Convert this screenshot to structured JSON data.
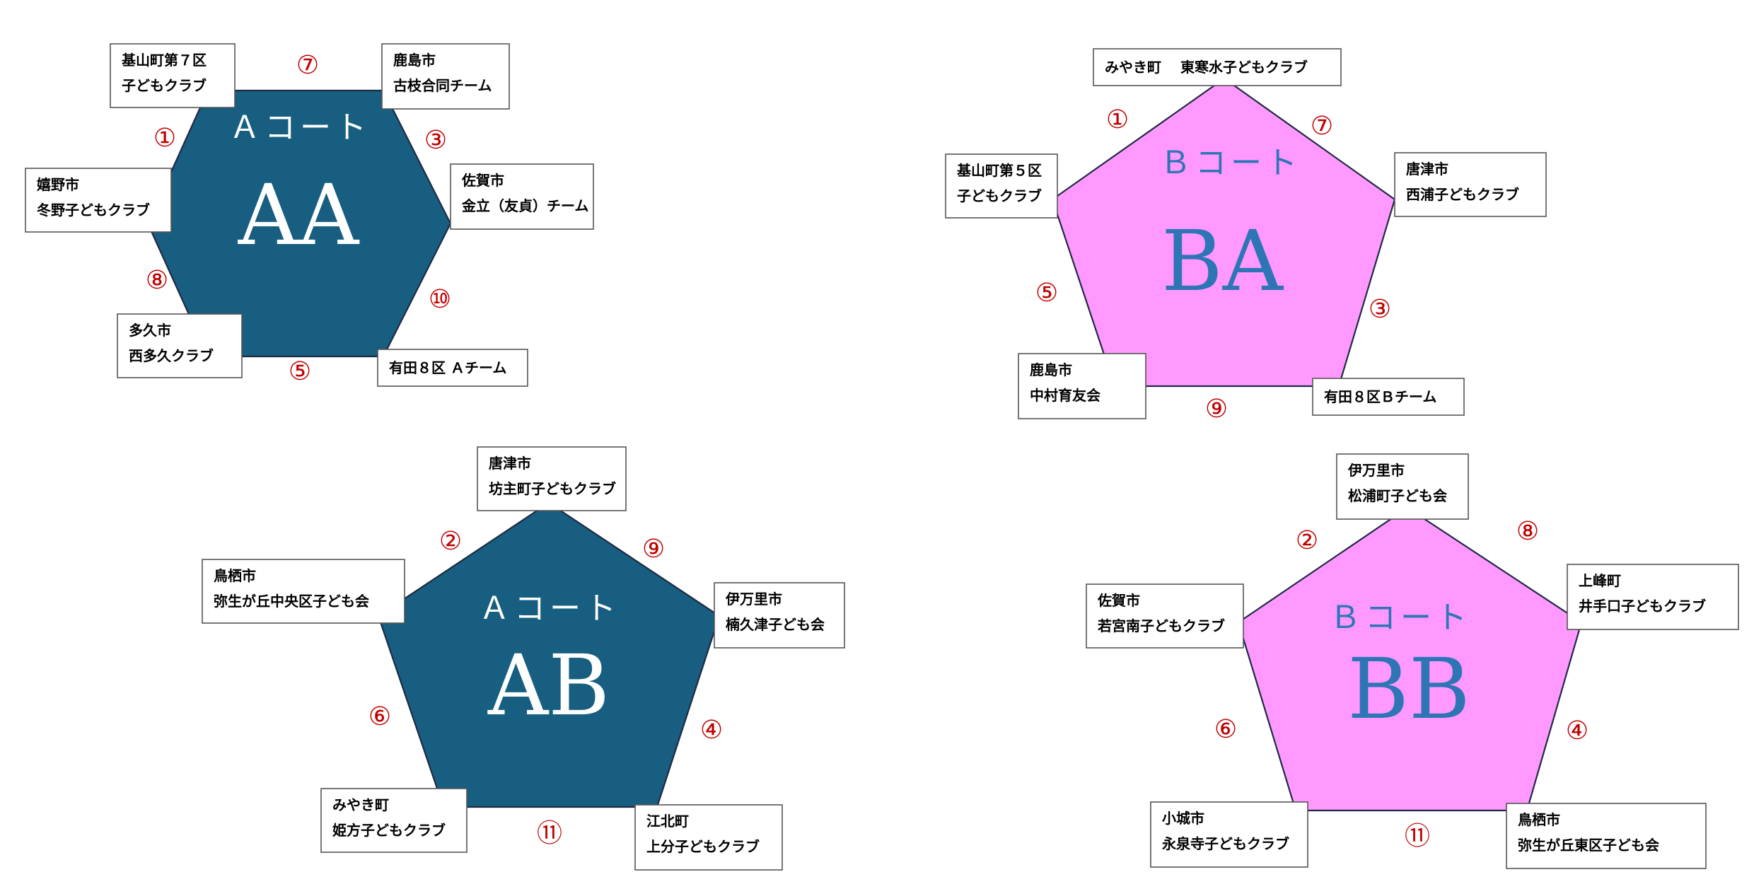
{
  "colors": {
    "court_a_fill": "#175E80",
    "court_a_text": "#FFFFFF",
    "court_b_fill": "#FF99FF",
    "court_b_text": "#2E75B6",
    "match_number": "#C00000",
    "polygon_stroke": "#1F2A44"
  },
  "courts": {
    "AA": {
      "label": "Ａコート",
      "code": "AA",
      "shape": "hexagon",
      "teams": {
        "t1": [
          "基山町第７区",
          "子どもクラブ"
        ],
        "t2": [
          "鹿島市",
          "古枝合同チーム"
        ],
        "t3": [
          "嬉野市",
          "冬野子どもクラブ"
        ],
        "t4": [
          "佐賀市",
          "金立（友貞）チーム"
        ],
        "t5": [
          "多久市",
          "西多久クラブ"
        ],
        "t6": [
          "有田８区 Ａチーム"
        ]
      },
      "matches": {
        "m1": "①",
        "m2": "⑦",
        "m3": "③",
        "m4": "⑧",
        "m5": "⑩",
        "m6": "⑤"
      }
    },
    "BA": {
      "label": "Ｂコート",
      "code": "BA",
      "shape": "pentagon",
      "teams": {
        "t1": [
          "みやき町　 東寒水子どもクラブ"
        ],
        "t2": [
          "基山町第５区",
          "子どもクラブ"
        ],
        "t3": [
          "唐津市",
          "西浦子どもクラブ"
        ],
        "t4": [
          "鹿島市",
          "中村育友会"
        ],
        "t5": [
          "有田８区Ｂチーム"
        ]
      },
      "matches": {
        "m1": "①",
        "m2": "⑦",
        "m3": "⑤",
        "m4": "③",
        "m5": "⑨"
      }
    },
    "AB": {
      "label": "Ａコート",
      "code": "AB",
      "shape": "pentagon",
      "teams": {
        "t1": [
          "唐津市",
          "坊主町子どもクラブ"
        ],
        "t2": [
          "鳥栖市",
          "弥生が丘中央区子ども会"
        ],
        "t3": [
          "伊万里市",
          "楠久津子ども会"
        ],
        "t4": [
          "みやき町",
          "姫方子どもクラブ"
        ],
        "t5": [
          "江北町",
          "上分子どもクラブ"
        ]
      },
      "matches": {
        "m1": "②",
        "m2": "⑨",
        "m3": "⑥",
        "m4": "④",
        "m5": "⑪"
      }
    },
    "BB": {
      "label": "Ｂコート",
      "code": "BB",
      "shape": "pentagon",
      "teams": {
        "t1": [
          "伊万里市",
          "松浦町子ども会"
        ],
        "t2": [
          "佐賀市",
          "若宮南子どもクラブ"
        ],
        "t3": [
          "上峰町",
          "井手口子どもクラブ"
        ],
        "t4": [
          "小城市",
          "永泉寺子どもクラブ"
        ],
        "t5": [
          "鳥栖市",
          "弥生が丘東区子ども会"
        ]
      },
      "matches": {
        "m1": "②",
        "m2": "⑧",
        "m3": "⑥",
        "m4": "④",
        "m5": "⑪"
      }
    }
  }
}
